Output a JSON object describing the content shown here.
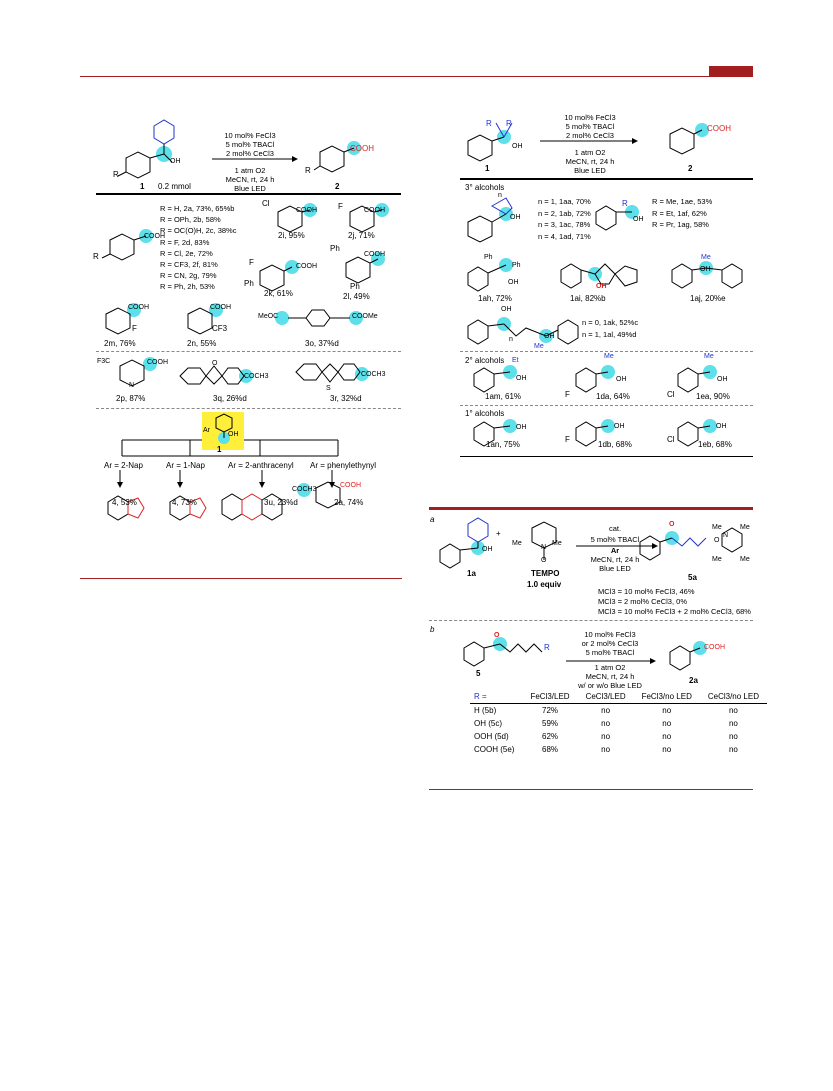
{
  "left": {
    "conditions": [
      "10 mol% FeCl3",
      "5 mol% TBACl",
      "2 mol% CeCl3",
      "1 atm O2",
      "MeCN, rt, 24 h",
      "Blue LED"
    ],
    "start_label": "1",
    "scale": "0.2 mmol",
    "product_label": "2",
    "r_list": [
      "R = H, 2a, 73%, 65%b",
      "R = OPh, 2b, 58%",
      "R = OC(O)H, 2c, 38%c",
      "R = F, 2d, 83%",
      "R = Cl, 2e, 72%",
      "R = CF3, 2f, 81%",
      "R = CN, 2g, 79%",
      "R = Ph, 2h, 53%"
    ],
    "products": [
      "2i, 95%",
      "2j, 71%",
      "2k, 61%",
      "2l, 49%",
      "2m, 76%",
      "2n, 55%",
      "3o, 37%d",
      "2p, 87%",
      "3q, 26%d",
      "3r, 32%d"
    ],
    "branch": {
      "center_label": "1",
      "arms": [
        "Ar = 2-Nap",
        "Ar = 1-Nap",
        "Ar = 2-anthracenyl",
        "Ar = phenylethynyl"
      ],
      "results": [
        "4, 53%",
        "4, 73%",
        "3u, 23%d",
        "2a, 74%"
      ]
    },
    "atoms": {
      "cooh": "COOH",
      "oh": "OH",
      "r": "R",
      "cl": "Cl",
      "f": "F",
      "ph": "Ph",
      "cf3": "CF3",
      "f3c": "F3C",
      "n": "N",
      "o": "O",
      "s": "S",
      "meoc": "MeOC",
      "coome": "COOMe",
      "coch3": "COCH3",
      "ar": "Ar"
    }
  },
  "right": {
    "conditions": [
      "10 mol% FeCl3",
      "5 mol% TBACl",
      "2 mol% CeCl3",
      "1 atm O2",
      "MeCN, rt, 24 h",
      "Blue LED"
    ],
    "start_label": "1",
    "product_label": "2",
    "tertiary": {
      "heading": "3° alcohols",
      "ring_list": [
        "n = 1, 1aa, 70%",
        "n = 2, 1ab, 72%",
        "n = 3, 1ac, 78%",
        "n = 4, 1ad, 71%"
      ],
      "alkyl_list": [
        "R = Me, 1ae, 53%",
        "R = Et, 1af, 62%",
        "R = Pr, 1ag, 58%"
      ],
      "others": [
        "1ah, 72%",
        "1ai, 82%b",
        "1aj, 20%e"
      ],
      "diol_list": [
        "n = 0, 1ak, 52%c",
        "n = 1, 1al, 49%d"
      ]
    },
    "secondary": {
      "heading": "2° alcohols",
      "items": [
        "1am, 61%",
        "1da, 64%",
        "1ea, 90%"
      ]
    },
    "primary": {
      "heading": "1° alcohols",
      "items": [
        "1an, 75%",
        "1db, 68%",
        "1eb, 68%"
      ]
    },
    "atoms": {
      "me": "Me",
      "et": "Et",
      "n_sub": "n",
      "ph": "Ph"
    }
  },
  "scheme": {
    "part_a": "a",
    "part_b": "b",
    "a_conditions": [
      "cat.",
      "5 mol% TBACl",
      "Ar",
      "MeCN, rt, 24 h",
      "Blue LED"
    ],
    "a_labels": {
      "s1": "1a",
      "tempo": "TEMPO",
      "equiv": "1.0 equiv",
      "product": "5a"
    },
    "a_results": [
      "MCl3 = 10 mol% FeCl3, 46%",
      "MCl3 = 2 mol% CeCl3, 0%",
      "MCl3 = 10 mol% FeCl3 + 2 mol% CeCl3, 68%"
    ],
    "b_conditions_top": [
      "10 mol% FeCl3",
      "or 2 mol% CeCl3",
      "5 mol% TBACl"
    ],
    "b_conditions_bottom": [
      "1 atm O2",
      "MeCN, rt, 24 h",
      "w/ or w/o Blue LED"
    ],
    "b_labels": {
      "s": "5",
      "product": "2a"
    },
    "table": {
      "headers": [
        "R =",
        "FeCl3/LED",
        "CeCl3/LED",
        "FeCl3/no LED",
        "CeCl3/no LED"
      ],
      "rows": [
        [
          "H (5b)",
          "72%",
          "no",
          "no",
          "no"
        ],
        [
          "OH (5c)",
          "59%",
          "no",
          "no",
          "no"
        ],
        [
          "OOH (5d)",
          "62%",
          "no",
          "no",
          "no"
        ],
        [
          "COOH (5e)",
          "68%",
          "no",
          "no",
          "no"
        ]
      ]
    }
  }
}
